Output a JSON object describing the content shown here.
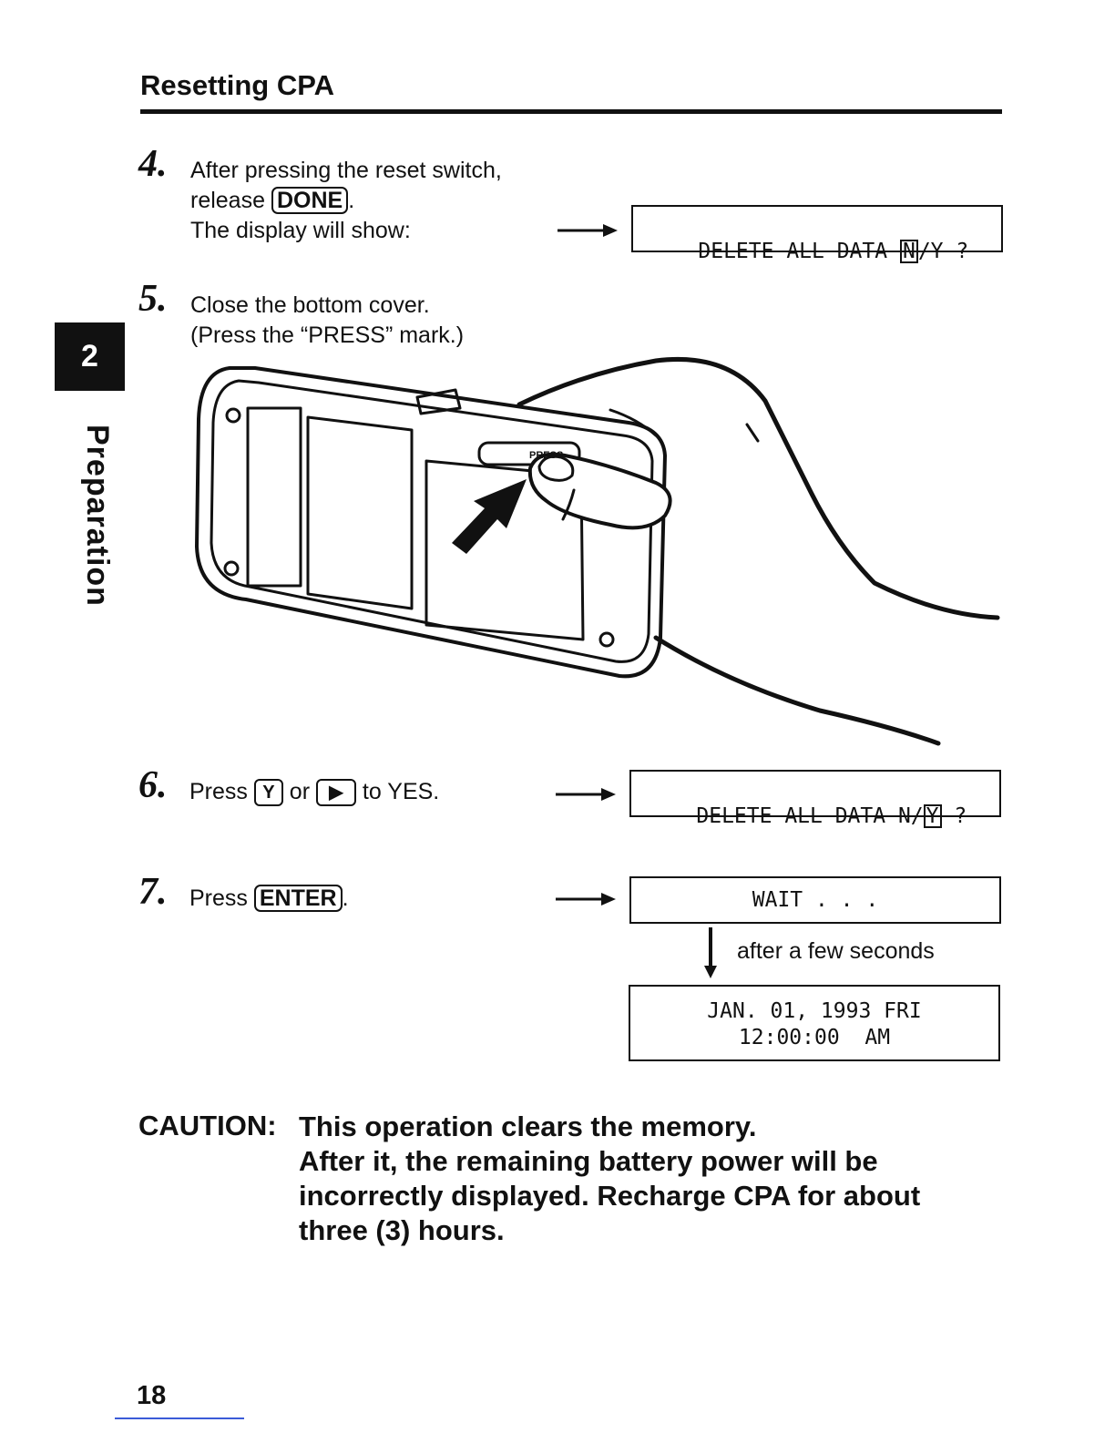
{
  "header": {
    "title": "Resetting CPA"
  },
  "chapter": {
    "number": "2",
    "label": "Preparation"
  },
  "steps": [
    {
      "num": "4.",
      "line1": "After pressing the reset switch,",
      "line2_pre": "release ",
      "key": "DONE",
      "line2_post": ".",
      "line3": "The display will show:"
    },
    {
      "num": "5.",
      "line1": "Close the bottom cover.",
      "line2": "(Press the “PRESS” mark.)"
    },
    {
      "num": "6.",
      "pre": "Press ",
      "key1": "Y",
      "mid": " or ",
      "key2": "▶",
      "post": " to YES."
    },
    {
      "num": "7.",
      "pre": "Press ",
      "key": "ENTER",
      "post": "."
    }
  ],
  "displays": {
    "d1": {
      "pre": "DELETE ALL DATA ",
      "cursor": "N",
      "post": "/Y ?"
    },
    "d2": {
      "pre": "DELETE ALL DATA N/",
      "cursor": "Y",
      "post": " ?"
    },
    "d3": {
      "text": "WAIT . . ."
    },
    "d4": {
      "line1": "JAN. 01, 1993 FRI",
      "line2": "12:00:00  AM"
    }
  },
  "transition": {
    "text": "after a few seconds"
  },
  "caution": {
    "label": "CAUTION:",
    "line1": "This operation clears the memory.",
    "line2": "After it, the remaining battery power will be",
    "line3": "incorrectly displayed. Recharge CPA for about",
    "line4": "three (3) hours."
  },
  "footer": {
    "page_number": "18"
  },
  "illustration": {
    "name": "hand-closing-bottom-cover-illustration",
    "label": "PRESS"
  }
}
